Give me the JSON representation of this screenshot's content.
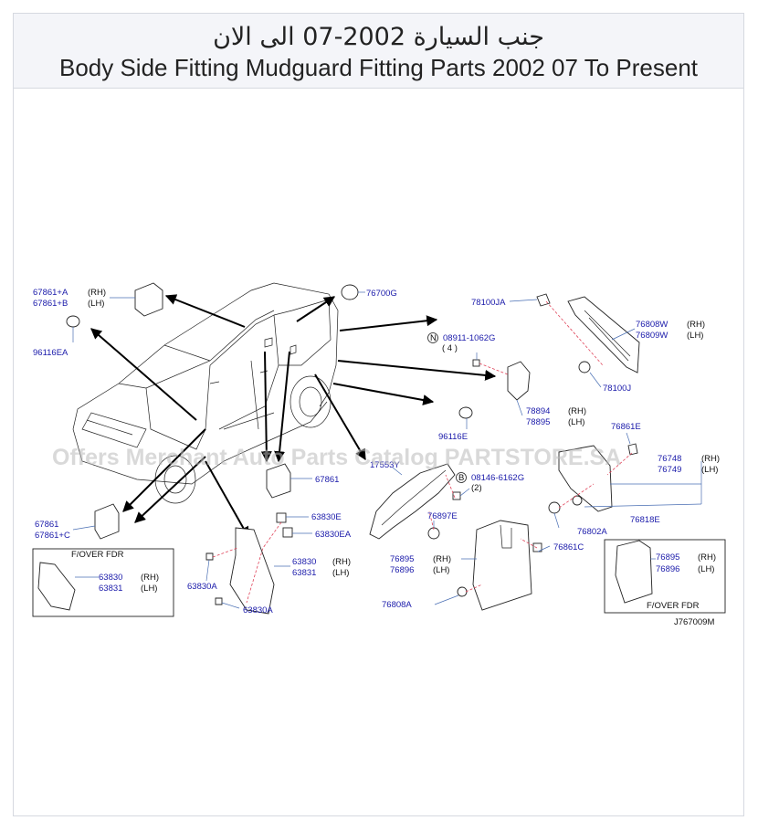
{
  "title": {
    "arabic": "جنب السيارة 2002-07 الى الان",
    "english": "Body Side Fitting Mudguard Fitting Parts 2002 07 To Present"
  },
  "watermark": "Offers Merchant Auto Parts Catalog PARTSTORE.SA",
  "diagram_code": "J767009M",
  "callouts": {
    "p67861A": "67861+A",
    "p67861A_side": "(RH)",
    "p67861B": "67861+B",
    "p67861B_side": "(LH)",
    "p96116EA": "96116EA",
    "p76700G": "76700G",
    "p78100JA": "78100JA",
    "p08911": "08911-1062G",
    "p08911_qty": "( 4 )",
    "p08911_mark": "N",
    "p76808W": "76808W",
    "p76808W_side": "(RH)",
    "p76809W": "76809W",
    "p76809W_side": "(LH)",
    "p78100J": "78100J",
    "p78894": "78894",
    "p78894_side": "(RH)",
    "p78895": "78895",
    "p78895_side": "(LH)",
    "p96116E": "96116E",
    "p76861E": "76861E",
    "p76748": "76748",
    "p76748_side": "(RH)",
    "p76749": "76749",
    "p76749_side": "(LH)",
    "p76818E": "76818E",
    "p76802A": "76802A",
    "p76861C": "76861C",
    "p08146": "08146-6162G",
    "p08146_qty": "(2)",
    "p08146_mark": "B",
    "p76897E": "76897E",
    "p76895": "76895",
    "p76895_side": "(RH)",
    "p76896": "76896",
    "p76896_side": "(LH)",
    "p76808A": "76808A",
    "p67861": "67861",
    "p17553Y": "17553Y",
    "p63830E": "63830E",
    "p63830EA": "63830EA",
    "p63830": "63830",
    "p63830_side": "(RH)",
    "p63831": "63831",
    "p63831_side": "(LH)",
    "p63830A_1": "63830A",
    "p63830A_2": "63830A",
    "p67861_lower": "67861",
    "p67861C": "67861+C"
  },
  "inset_left": {
    "caption": "F/OVER  FDR",
    "p1": "63830",
    "p1_side": "(RH)",
    "p2": "63831",
    "p2_side": "(LH)"
  },
  "inset_right": {
    "caption": "F/OVER  FDR",
    "p1": "76895",
    "p1_side": "(RH)",
    "p2": "76896",
    "p2_side": "(LH)"
  }
}
